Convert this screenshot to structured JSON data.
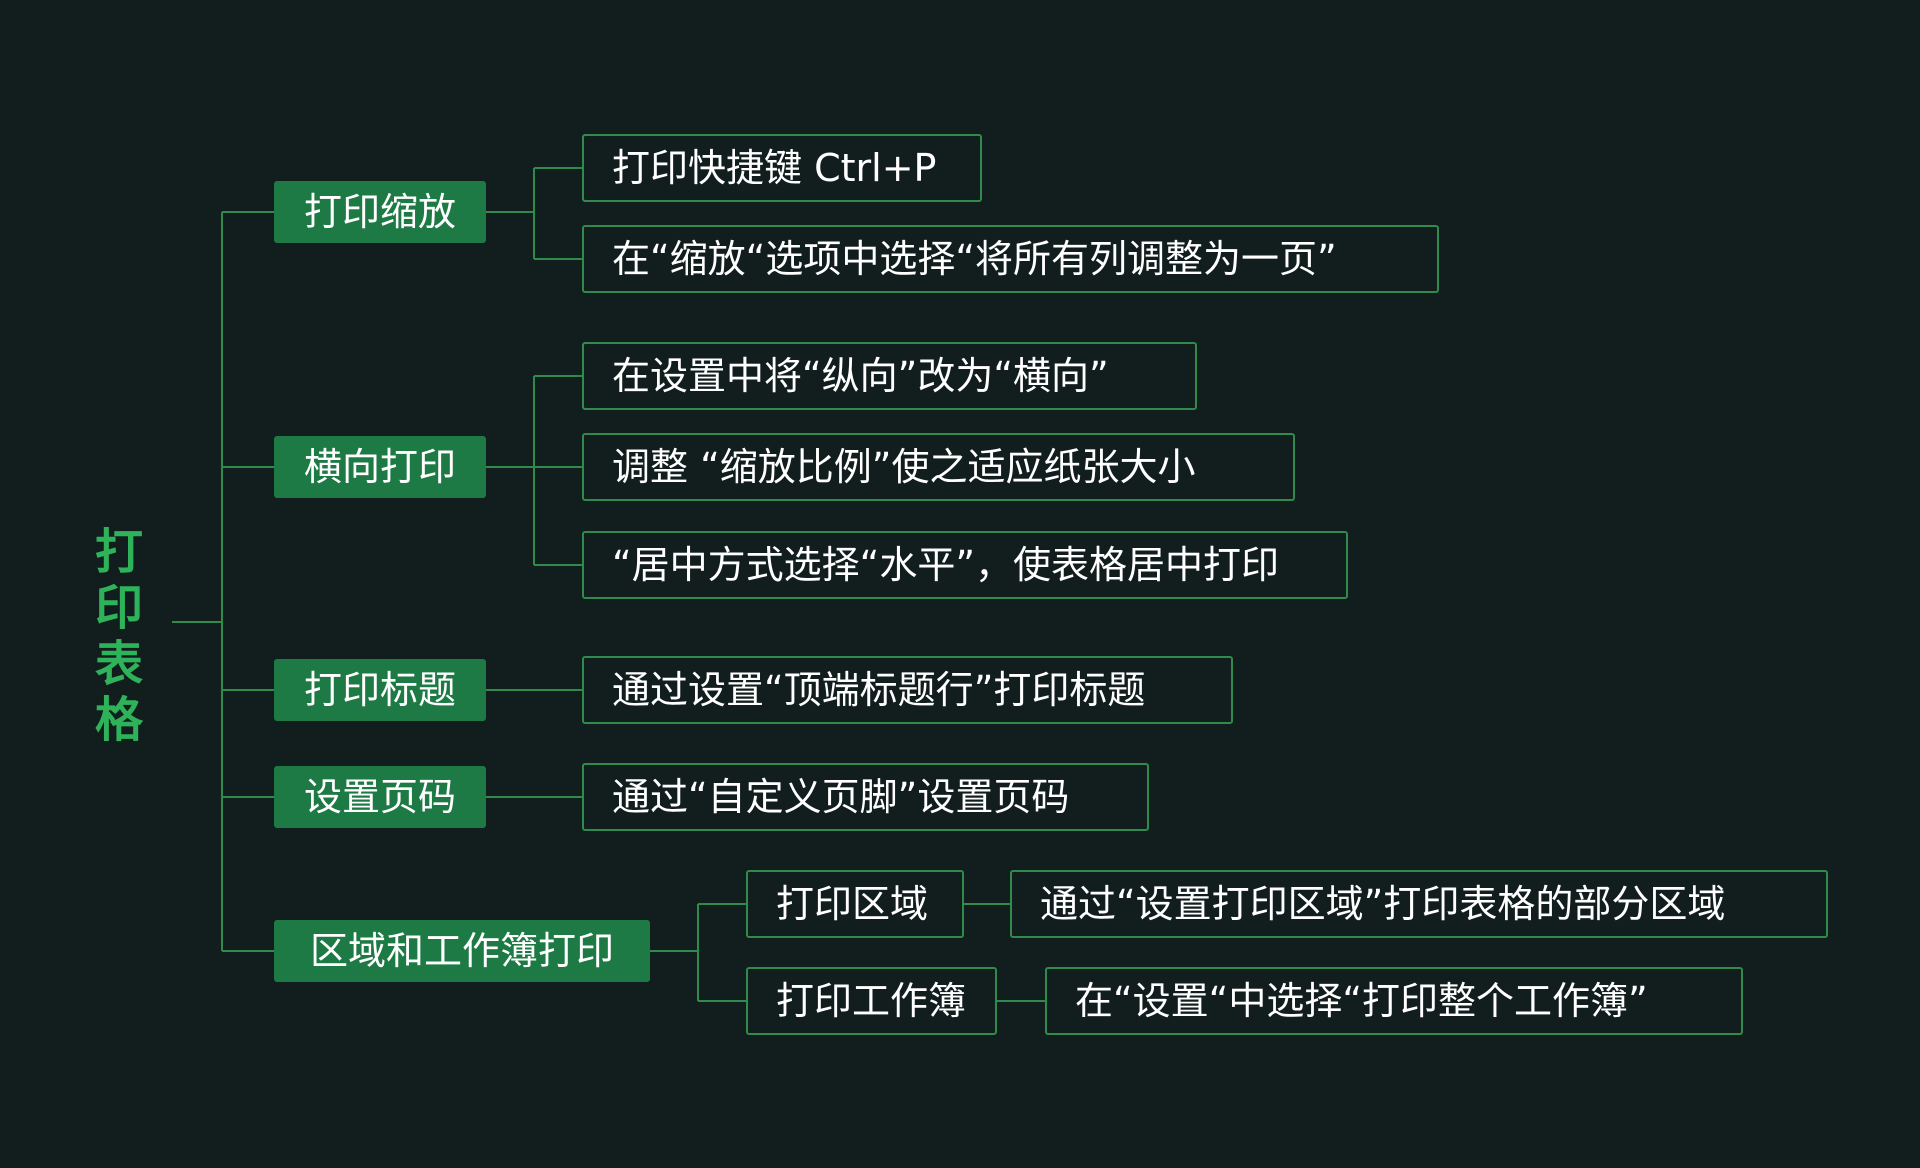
{
  "root": {
    "label": "打印表格"
  },
  "branches": [
    {
      "label": "打印缩放"
    },
    {
      "label": "横向打印"
    },
    {
      "label": "打印标题"
    },
    {
      "label": "设置页码"
    },
    {
      "label": "区域和工作簿打印"
    }
  ],
  "leaves": [
    {
      "label": "打印快捷键 Ctrl+P"
    },
    {
      "label": "在“缩放“选项中选择“将所有列调整为一页”"
    },
    {
      "label": "在设置中将“纵向”改为“横向”"
    },
    {
      "label": "调整 “缩放比例”使之适应纸张大小"
    },
    {
      "label": "“居中方式选择“水平”，使表格居中打印"
    },
    {
      "label": "通过设置“顶端标题行”打印标题"
    },
    {
      "label": "通过“自定义页脚”设置页码"
    },
    {
      "label": "打印区域"
    },
    {
      "label": "打印工作簿"
    },
    {
      "label": "通过“设置打印区域”打印表格的部分区域"
    },
    {
      "label": "在“设置“中选择“打印整个工作簿”"
    }
  ],
  "colors": {
    "background": "#121d1d",
    "accent": "#2fb35a",
    "branch_fill": "#1e7a45",
    "connector": "#2f8a4c",
    "text": "#ffffff"
  }
}
